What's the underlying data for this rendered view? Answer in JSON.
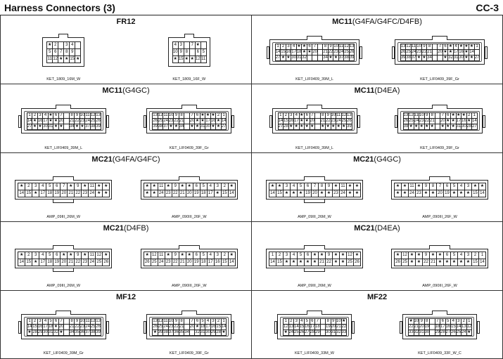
{
  "header": {
    "title": "Harness Connectors (3)",
    "code": "CC-3"
  },
  "cells": [
    {
      "id": "fr12",
      "title": "FR12",
      "suffix": "",
      "connectors": [
        {
          "label": "KET_1809_16M_W",
          "rows": [
            [
              "★",
              "2",
              "",
              "3",
              "4"
            ],
            [
              "5",
              "6",
              "7",
              "8",
              "9"
            ],
            [
              "11",
              "12",
              "★",
              "★",
              "15",
              "★"
            ]
          ]
        },
        {
          "label": "KET_1809_16F_W",
          "rows": [
            [
              "4",
              "3",
              "",
              "7",
              "★"
            ],
            [
              "10",
              "9",
              "8",
              "",
              "6",
              "5"
            ],
            [
              "★",
              "15",
              "★",
              "★",
              "12",
              "11"
            ]
          ]
        }
      ]
    },
    {
      "id": "mc11-g4fa",
      "title": "MC11",
      "suffix": "(G4FA/G4FC/D4FB)",
      "connectors": [
        {
          "label": "KET_LIF0409_39M_L",
          "rows": [
            [
              "1",
              "2",
              "3",
              "4",
              "★",
              "★",
              "6",
              "7",
              "",
              "8",
              "9",
              "10",
              "11",
              "12",
              "13"
            ],
            [
              "14",
              "15",
              "16",
              "17",
              "18",
              "★",
              "★",
              "20",
              "",
              "21",
              "22",
              "23",
              "24",
              "25",
              "26"
            ],
            [
              "27",
              "★",
              "★",
              "30",
              "31",
              "32",
              "",
              "",
              "",
              "34",
              "★",
              "★",
              "37",
              "38",
              "39"
            ]
          ]
        },
        {
          "label": "KET_LIF0409_39F_Gr",
          "rows": [
            [
              "13",
              "12",
              "11",
              "10",
              "9",
              "8",
              "",
              "7",
              "6",
              "★",
              "4",
              "★",
              "★",
              "★",
              "1"
            ],
            [
              "26",
              "25",
              "24",
              "23",
              "22",
              "21",
              "",
              "20",
              "★",
              "★",
              "17",
              "16",
              "★",
              "14",
              ""
            ],
            [
              "39",
              "38",
              "37",
              "★",
              "★",
              "34",
              "",
              "",
              "★",
              "32",
              "31",
              "30",
              "★",
              "★",
              "27"
            ]
          ]
        }
      ]
    },
    {
      "id": "mc11-g4gc",
      "title": "MC11",
      "suffix": "(G4GC)",
      "connectors": [
        {
          "label": "KET_LIF0409_39M_L",
          "rows": [
            [
              "1",
              "2",
              "3",
              "4",
              "★",
              "6",
              "7",
              "",
              "8",
              "9",
              "10",
              "11",
              "12",
              "13"
            ],
            [
              "14",
              "★",
              "16",
              "17",
              "★",
              "★",
              "20",
              "",
              "21",
              "22",
              "23",
              "24",
              "25",
              "26"
            ],
            [
              "27",
              "★",
              "★",
              "30",
              "31",
              "★",
              "★",
              "",
              "34",
              "★",
              "★",
              "37",
              "38",
              "39"
            ]
          ]
        },
        {
          "label": "KET_LIF0409_39F_Gr",
          "rows": [
            [
              "13",
              "12",
              "11",
              "10",
              "9",
              "8",
              "",
              "7",
              "6",
              "★",
              "★",
              "★",
              "2",
              "1"
            ],
            [
              "26",
              "25",
              "24",
              "23",
              "22",
              "21",
              "",
              "20",
              "★",
              "★",
              "17",
              "16",
              "★",
              "14"
            ],
            [
              "39",
              "38",
              "37",
              "★",
              "★",
              "34",
              "",
              "★",
              "★",
              "31",
              "30",
              "★",
              "★",
              "27"
            ]
          ]
        }
      ]
    },
    {
      "id": "mc11-d4ea",
      "title": "MC11",
      "suffix": "(D4EA)",
      "connectors": [
        {
          "label": "KET_LIF0409_39M_L",
          "rows": [
            [
              "1",
              "2",
              "3",
              "4",
              "★",
              "6",
              "7",
              "",
              "8",
              "9",
              "10",
              "11",
              "12",
              "13"
            ],
            [
              "14",
              "15",
              "16",
              "17",
              "★",
              "★",
              "20",
              "",
              "21",
              "22",
              "23",
              "24",
              "25",
              "26"
            ],
            [
              "27",
              "28",
              "★",
              "★",
              "★",
              "★",
              "★",
              "",
              "★",
              "★",
              "★",
              "★",
              "★",
              "39"
            ]
          ]
        },
        {
          "label": "KET_LIF0409_39F_Gr",
          "rows": [
            [
              "13",
              "12",
              "11",
              "10",
              "9",
              "8",
              "",
              "7",
              "6",
              "★",
              "★",
              "★",
              "2",
              "1"
            ],
            [
              "26",
              "25",
              "24",
              "23",
              "22",
              "21",
              "",
              "20",
              "★",
              "★",
              "17",
              "16",
              "★",
              "14"
            ],
            [
              "39",
              "★",
              "★",
              "★",
              "★",
              "★",
              "",
              "★",
              "★",
              "★",
              "31",
              "30",
              "28",
              "27"
            ]
          ]
        }
      ]
    },
    {
      "id": "mc21-g4fa",
      "title": "MC21",
      "suffix": "(G4FA/G4FC)",
      "connectors": [
        {
          "label": "AMP_09III_26M_W",
          "rows": [
            [
              "★",
              "2",
              "3",
              "4",
              "5",
              "6",
              "7",
              "★",
              "9",
              "★",
              "11",
              "★",
              "★"
            ],
            [
              "14",
              "15",
              "★",
              "17",
              "18",
              "19",
              "20",
              "21",
              "22",
              "23",
              "24",
              "★",
              "★"
            ]
          ]
        },
        {
          "label": "AMP_090III_26F_W",
          "rows": [
            [
              "★",
              "★",
              "11",
              "★",
              "9",
              "★",
              "★",
              "6",
              "5",
              "4",
              "3",
              "2",
              "★"
            ],
            [
              "★",
              "★",
              "24",
              "23",
              "22",
              "21",
              "20",
              "19",
              "18",
              "17",
              "★",
              "15",
              "14"
            ]
          ]
        }
      ]
    },
    {
      "id": "mc21-g4gc",
      "title": "MC21",
      "suffix": "(G4GC)",
      "connectors": [
        {
          "label": "AMP_09III_26M_W",
          "rows": [
            [
              "★",
              "★",
              "3",
              "4",
              "5",
              "6",
              "7",
              "8",
              "9",
              "★",
              "11",
              "★",
              "★"
            ],
            [
              "14",
              "15",
              "★",
              "★",
              "★",
              "19",
              "20",
              "★",
              "★",
              "23",
              "24",
              "★",
              "★"
            ]
          ]
        },
        {
          "label": "AMP_090III_26F_W",
          "rows": [
            [
              "★",
              "★",
              "11",
              "★",
              "9",
              "8",
              "7",
              "6",
              "5",
              "4",
              "3",
              "★",
              "★"
            ],
            [
              "★",
              "★",
              "24",
              "23",
              "★",
              "★",
              "20",
              "19",
              "★",
              "★",
              "★",
              "15",
              "14"
            ]
          ]
        }
      ]
    },
    {
      "id": "mc21-d4fb",
      "title": "MC21",
      "suffix": "(D4FB)",
      "connectors": [
        {
          "label": "AMP_09III_26M_W",
          "rows": [
            [
              "★",
              "2",
              "3",
              "4",
              "5",
              "6",
              "★",
              "★",
              "9",
              "★",
              "11",
              "12",
              "★"
            ],
            [
              "14",
              "15",
              "★",
              "17",
              "18",
              "19",
              "20",
              "21",
              "22",
              "23",
              "24",
              "25",
              "26"
            ]
          ]
        },
        {
          "label": "AMP_090III_26F_W",
          "rows": [
            [
              "★",
              "12",
              "11",
              "★",
              "9",
              "★",
              "★",
              "6",
              "5",
              "4",
              "3",
              "2",
              "★"
            ],
            [
              "26",
              "25",
              "24",
              "23",
              "22",
              "21",
              "20",
              "19",
              "18",
              "17",
              "16",
              "15",
              "14"
            ]
          ]
        }
      ]
    },
    {
      "id": "mc21-d4ea",
      "title": "MC21",
      "suffix": "(D4EA)",
      "connectors": [
        {
          "label": "AMP_09III_26M_W",
          "rows": [
            [
              "1",
              "2",
              "3",
              "4",
              "5",
              "6",
              "★",
              "★",
              "9",
              "★",
              "★",
              "12",
              "★"
            ],
            [
              "14",
              "15",
              "★",
              "★",
              "★",
              "★",
              "★",
              "21",
              "22",
              "★",
              "★",
              "25",
              "26"
            ]
          ]
        },
        {
          "label": "AMP_090III_26F_W",
          "rows": [
            [
              "★",
              "12",
              "★",
              "★",
              "9",
              "★",
              "★",
              "6",
              "5",
              "4",
              "3",
              "2",
              "1"
            ],
            [
              "26",
              "25",
              "★",
              "★",
              "22",
              "21",
              "★",
              "★",
              "★",
              "★",
              "★",
              "15",
              "14"
            ]
          ]
        }
      ]
    },
    {
      "id": "mf12",
      "title": "MF12",
      "suffix": "",
      "connectors": [
        {
          "label": "KET_LIF0409_39M_Gr",
          "rows": [
            [
              "1",
              "2",
              "3",
              "4",
              "5",
              "6",
              "7",
              "",
              "8",
              "9",
              "10",
              "11",
              "12",
              "13"
            ],
            [
              "14",
              "15",
              "16",
              "17",
              "18",
              "★",
              "20",
              "",
              "21",
              "22",
              "23",
              "24",
              "25",
              "26"
            ],
            [
              "★",
              "28",
              "29",
              "30",
              "31",
              "32",
              "★",
              "",
              "34",
              "35",
              "36",
              "37",
              "38",
              "39"
            ]
          ]
        },
        {
          "label": "KET_LIF0409_39F_Gr",
          "rows": [
            [
              "13",
              "12",
              "11",
              "10",
              "9",
              "8",
              "",
              "7",
              "6",
              "5",
              "4",
              "3",
              "2",
              "1"
            ],
            [
              "26",
              "25",
              "24",
              "23",
              "22",
              "21",
              "",
              "20",
              "★",
              "18",
              "17",
              "16",
              "15",
              "14"
            ],
            [
              "★",
              "39",
              "38",
              "37",
              "36",
              "35",
              "34",
              "",
              "32",
              "31",
              "30",
              "29",
              "28",
              "★"
            ]
          ]
        }
      ]
    },
    {
      "id": "mf22",
      "title": "MF22",
      "suffix": "",
      "connectors": [
        {
          "label": "KET_LIF0409_33M_W",
          "rows": [
            [
              "1",
              "2",
              "3",
              "4",
              "5",
              "6",
              "7",
              "",
              "8",
              "9",
              "10",
              "★"
            ],
            [
              "12",
              "13",
              "14",
              "15",
              "16",
              "17",
              "18",
              "",
              "19",
              "20",
              "21",
              "22"
            ],
            [
              "★",
              "24",
              "25",
              "26",
              "27",
              "28",
              "29",
              "",
              "30",
              "31",
              "32",
              "33"
            ]
          ]
        },
        {
          "label": "KET_LIF0409_33F_W_C",
          "rows": [
            [
              "★",
              "10",
              "9",
              "8",
              "",
              "7",
              "6",
              "5",
              "4",
              "3",
              "2",
              "1"
            ],
            [
              "22",
              "21",
              "20",
              "19",
              "",
              "18",
              "17",
              "16",
              "15",
              "14",
              "13",
              "12"
            ],
            [
              "33",
              "32",
              "31",
              "30",
              "",
              "29",
              "28",
              "27",
              "26",
              "25",
              "24",
              "★"
            ]
          ]
        }
      ]
    }
  ]
}
